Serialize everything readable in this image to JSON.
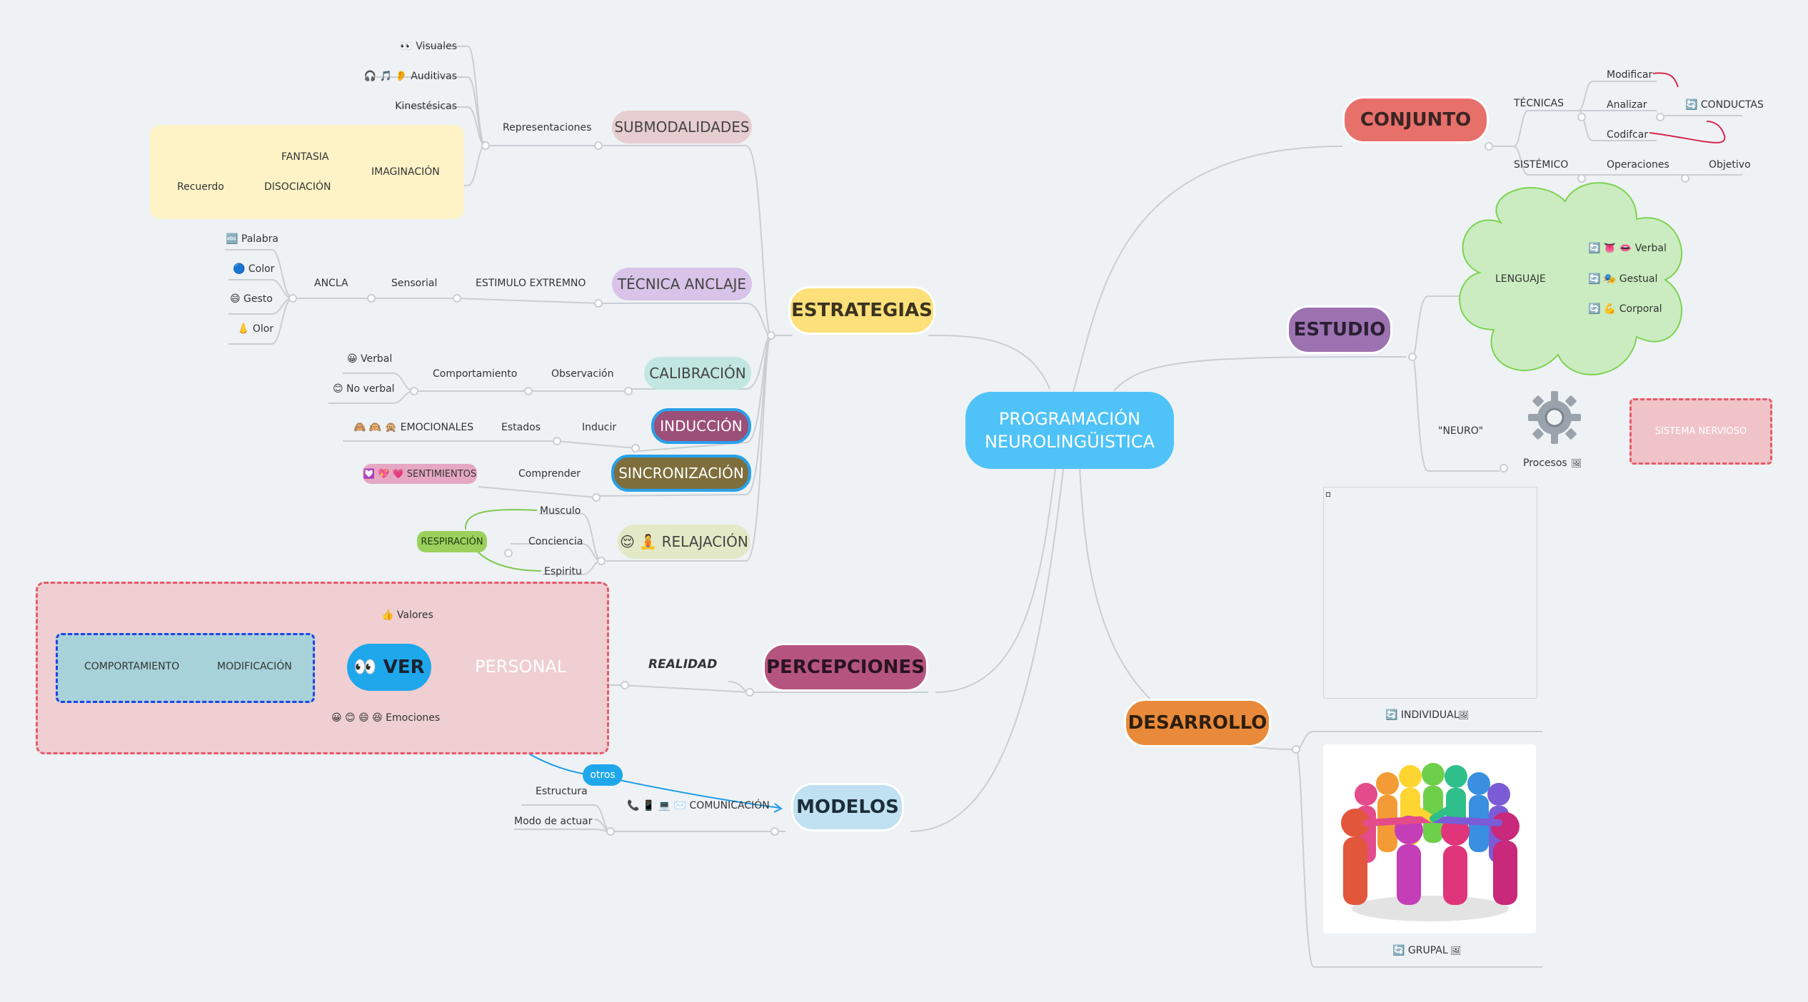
{
  "central": {
    "title": "PROGRAMACIÓN NEUROLINGÜISTICA",
    "color": "#4fc3f7"
  },
  "conjunto": {
    "title": "CONJUNTO",
    "tecnicas": "TÉCNICAS",
    "sistemico": "SISTÉMICO",
    "modificar": "Modificar",
    "analizar": "Analizar",
    "codificar": "Codifcar",
    "conductas": "🔄 CONDUCTAS",
    "operaciones": "Operaciones",
    "objetivo": "Objetivo"
  },
  "estudio": {
    "title": "ESTUDIO",
    "lenguaje": "LENGUAJE",
    "verbal": "🔄 👅 👄 Verbal",
    "gestual": "🔄 🎭 Gestual",
    "corporal": "🔄 💪 Corporal",
    "neuro": "\"NEURO\"",
    "procesos": "Procesos",
    "sistema_nervioso": "SISTEMA NERVIOSO"
  },
  "desarrollo": {
    "title": "DESARROLLO",
    "individual": "🔄 INDIVIDUAL",
    "grupal": "🔄 GRUPAL"
  },
  "estrategias": {
    "title": "ESTRATEGIAS",
    "submodalidades": {
      "title": "SUBMODALIDADES",
      "representaciones": "Representaciones",
      "visuales": "👀 Visuales",
      "auditivas": "🎧 🎵 👂 Auditivas",
      "kinestesicas": "Kinestésicas",
      "imaginacion": "IMAGINACIÓN",
      "fantasia": "FANTASIA",
      "disociacion": "DISOCIACIÓN",
      "recuerdo": "Recuerdo"
    },
    "anclaje": {
      "title": "TÉCNICA ANCLAJE",
      "estimulo": "ESTIMULO EXTREMNO",
      "sensorial": "Sensorial",
      "ancla": "ANCLA",
      "palabra": "🔤 Palabra",
      "color": "🔵 Color",
      "gesto": "😄 Gesto",
      "olor": "👃 Olor"
    },
    "calibracion": {
      "title": "CALIBRACIÓN",
      "observacion": "Observación",
      "comportamiento": "Comportamiento",
      "verbal": "😀 Verbal",
      "no_verbal": "😊 No verbal"
    },
    "induccion": {
      "title": "INDUCCIÓN",
      "inducir": "Inducir",
      "estados": "Estados",
      "emocionales": "🙈 🙉 🙊 EMOCIONALES"
    },
    "sincronizacion": {
      "title": "SINCRONIZACIÓN",
      "comprender": "Comprender",
      "sentimientos": "💟 💖 💗 SENTIMIENTOS"
    },
    "relajacion": {
      "title": "😌 🧘 RELAJACIÓN",
      "musculo": "Musculo",
      "conciencia": "Conciencia",
      "espiritu": "Espiritu",
      "respiracion": "RESPIRACIÓN"
    }
  },
  "percepciones": {
    "title": "PERCEPCIONES",
    "realidad": "REALIDAD",
    "personal": "PERSONAL",
    "ver": "👀 VER",
    "valores": "👍 Valores",
    "emociones": "😀 😊 😄 😆 Emociones",
    "comportamiento": "COMPORTAMIENTO",
    "modificacion": "MODIFICACIÓN"
  },
  "modelos": {
    "title": "MODELOS",
    "comunicacion": "📞 📱 💻 ✉️ COMUNICACIÓN",
    "estructura": "Estructura",
    "modo": "Modo de actuar",
    "otros": "otros"
  }
}
